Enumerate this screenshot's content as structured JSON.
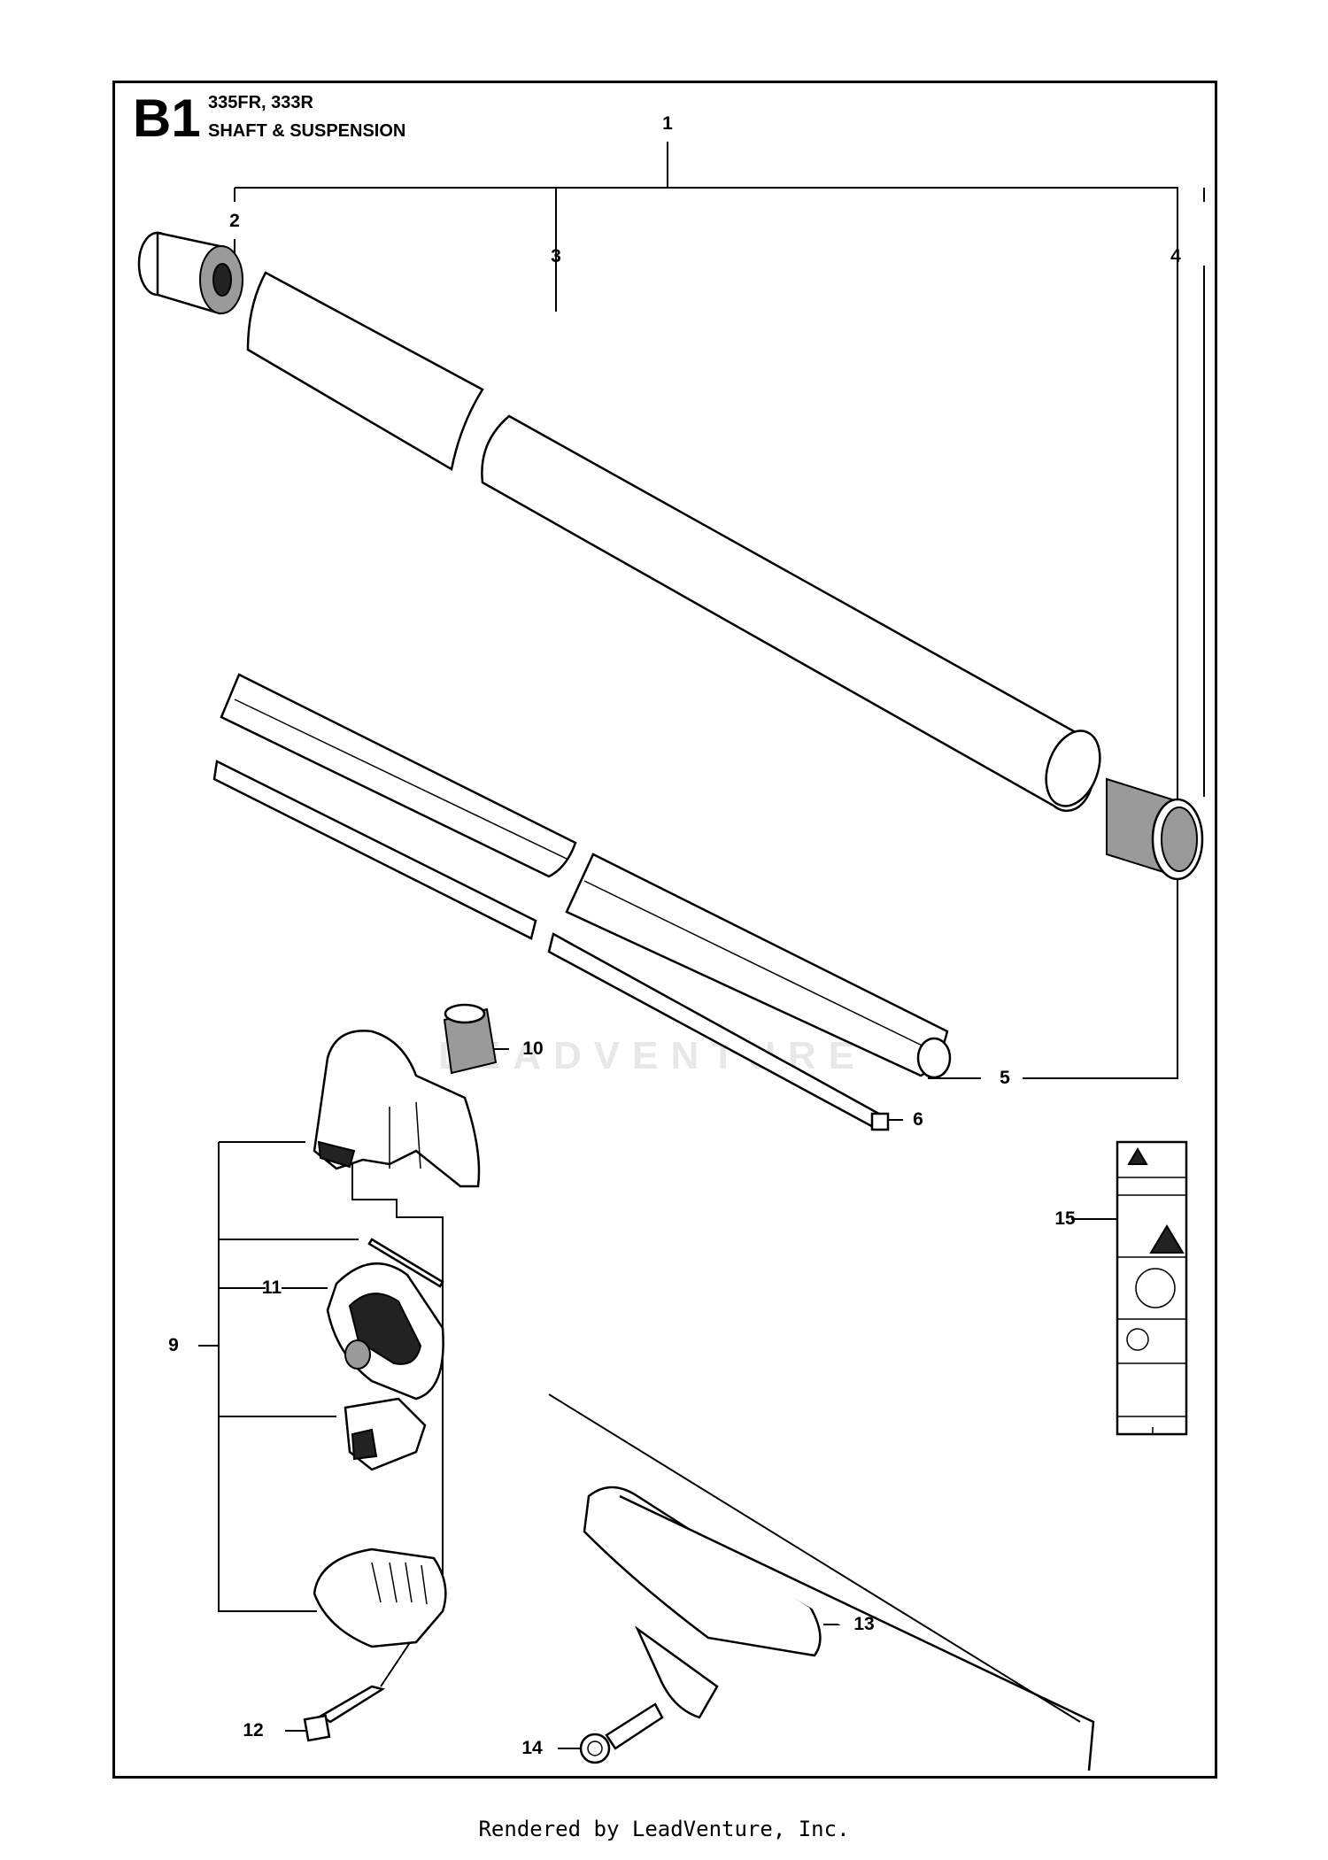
{
  "header": {
    "section_code": "B1",
    "models": "335FR, 333R",
    "title": "SHAFT & SUSPENSION"
  },
  "callouts": [
    {
      "id": "c1",
      "label": "1"
    },
    {
      "id": "c2",
      "label": "2"
    },
    {
      "id": "c3",
      "label": "3"
    },
    {
      "id": "c4",
      "label": "4"
    },
    {
      "id": "c5",
      "label": "5"
    },
    {
      "id": "c6",
      "label": "6"
    },
    {
      "id": "c9",
      "label": "9"
    },
    {
      "id": "c10",
      "label": "10"
    },
    {
      "id": "c11",
      "label": "11"
    },
    {
      "id": "c12",
      "label": "12"
    },
    {
      "id": "c13",
      "label": "13"
    },
    {
      "id": "c14",
      "label": "14"
    },
    {
      "id": "c15",
      "label": "15"
    }
  ],
  "watermark": "LEADVENTURE",
  "footer": "Rendered by LeadVenture, Inc."
}
